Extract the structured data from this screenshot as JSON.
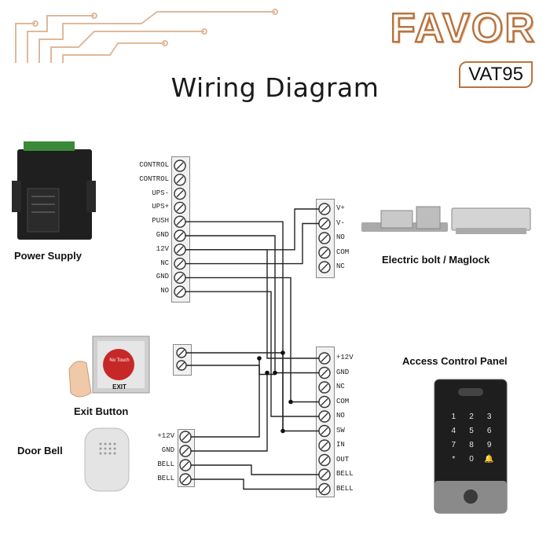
{
  "header": {
    "title": "Wiring Diagram",
    "brand": "FAVOR",
    "model": "VAT95"
  },
  "devices": {
    "power_supply": "Power Supply",
    "electric_bolt": "Electric bolt / Maglock",
    "exit_button": "Exit Button",
    "door_bell": "Door Bell",
    "access_panel": "Access Control Panel",
    "exit_plate_text": "EXIT",
    "exit_button_face": "No Touch"
  },
  "power_supply_terminals": [
    "CONTROL",
    "CONTROL",
    "UPS-",
    "UPS+",
    "PUSH",
    "GND",
    "12V",
    "NC",
    "GND",
    "NO"
  ],
  "lock_terminals": [
    "V+",
    "V-",
    "NO",
    "COM",
    "NC"
  ],
  "panel_terminals": [
    "+12V",
    "GND",
    "NC",
    "COM",
    "NO",
    "SW",
    "IN",
    "OUT",
    "BELL",
    "BELL"
  ],
  "bell_terminals": [
    "+12V",
    "GND",
    "BELL",
    "BELL"
  ],
  "keypad": [
    "1",
    "2",
    "3",
    "4",
    "5",
    "6",
    "7",
    "8",
    "9",
    "*",
    "0",
    "🔔"
  ],
  "colors": {
    "accent": "#b8743f",
    "wire": "#222222",
    "circuit": "#e0b99a"
  }
}
